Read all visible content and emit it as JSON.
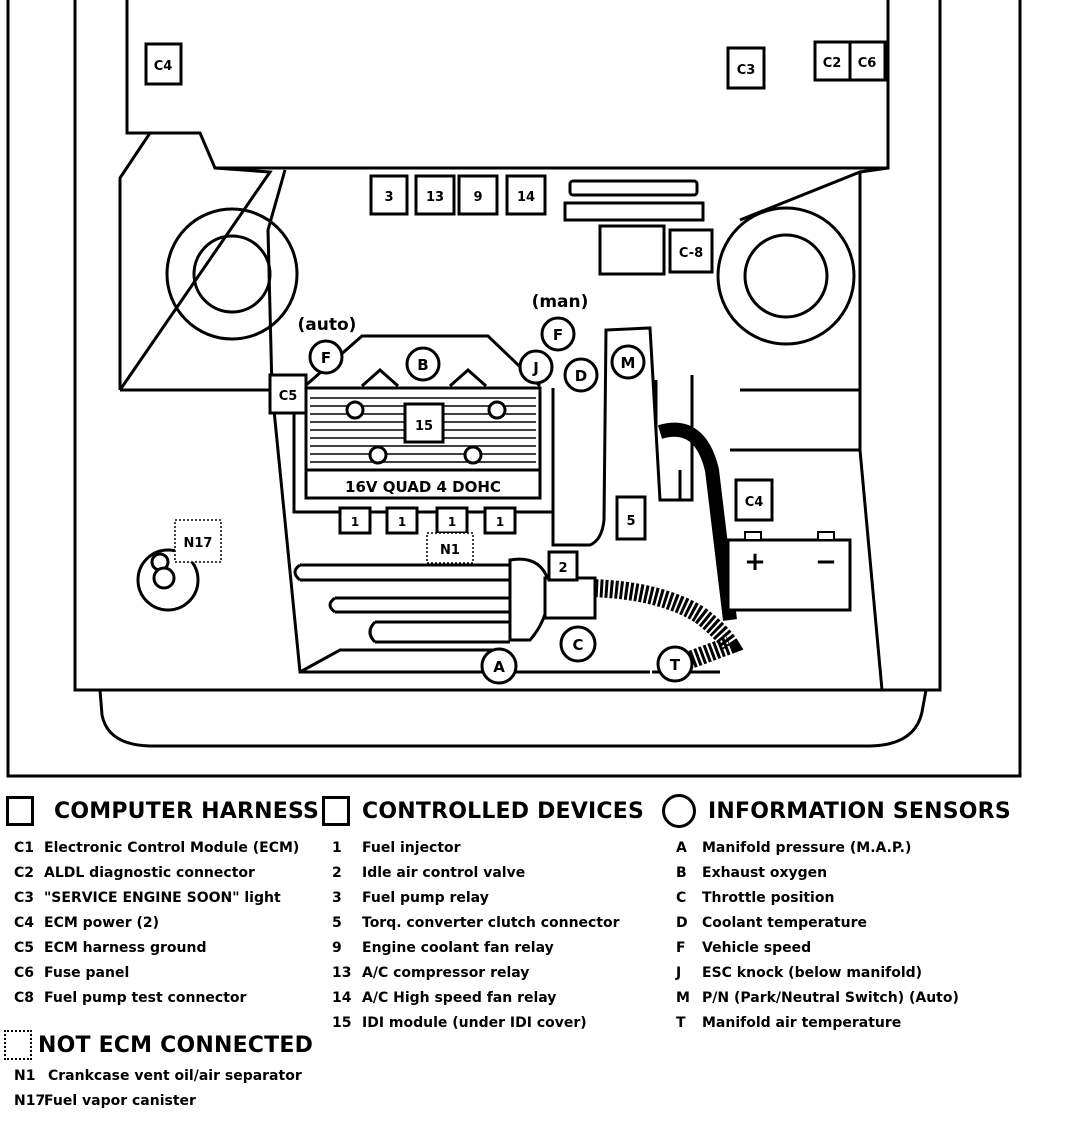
{
  "diagram": {
    "top_connectors": [
      "C4",
      "C3",
      "C2",
      "C6"
    ],
    "relays": [
      "3",
      "13",
      "9",
      "14"
    ],
    "c8_label": "C-8",
    "label_auto": "(auto)",
    "label_man": "(man)",
    "sensor_f_auto": "F",
    "sensor_f_man": "F",
    "sensor_b": "B",
    "sensor_j": "J",
    "sensor_d": "D",
    "sensor_m": "M",
    "sensor_a": "A",
    "sensor_c": "C",
    "sensor_t": "T",
    "c5_label": "C5",
    "idi_module": "15",
    "engine_name": "16V QUAD 4 DOHC",
    "injectors": [
      "1",
      "1",
      "1",
      "1"
    ],
    "c4_label": "C4",
    "tcc_label": "5",
    "iac_label": "2",
    "n17_label": "N17",
    "n1_label": "N1",
    "battery_plus": "+",
    "battery_minus": "−"
  },
  "legend": {
    "computer_harness": {
      "title": "COMPUTER HARNESS",
      "items": [
        {
          "code": "C1",
          "text": "Electronic Control Module (ECM)"
        },
        {
          "code": "C2",
          "text": "ALDL diagnostic connector"
        },
        {
          "code": "C3",
          "text": "\"SERVICE ENGINE SOON\" light"
        },
        {
          "code": "C4",
          "text": "ECM power  (2)"
        },
        {
          "code": "C5",
          "text": "ECM harness ground"
        },
        {
          "code": "C6",
          "text": "Fuse panel"
        },
        {
          "code": "C8",
          "text": "Fuel pump test connector"
        }
      ]
    },
    "controlled_devices": {
      "title": "CONTROLLED DEVICES",
      "items": [
        {
          "code": "1",
          "text": "Fuel injector"
        },
        {
          "code": "2",
          "text": "Idle air control valve"
        },
        {
          "code": "3",
          "text": "Fuel pump relay"
        },
        {
          "code": "5",
          "text": "Torq. converter clutch connector"
        },
        {
          "code": "9",
          "text": "Engine coolant fan relay"
        },
        {
          "code": "13",
          "text": "A/C compressor relay"
        },
        {
          "code": "14",
          "text": "A/C High speed fan relay"
        },
        {
          "code": "15",
          "text": "IDI module (under IDI cover)"
        }
      ]
    },
    "information_sensors": {
      "title": "INFORMATION SENSORS",
      "items": [
        {
          "code": "A",
          "text": "Manifold pressure (M.A.P.)"
        },
        {
          "code": "B",
          "text": "Exhaust oxygen"
        },
        {
          "code": "C",
          "text": "Throttle position"
        },
        {
          "code": "D",
          "text": "Coolant temperature"
        },
        {
          "code": "F",
          "text": "Vehicle speed"
        },
        {
          "code": "J",
          "text": "ESC knock   (below manifold)"
        },
        {
          "code": "M",
          "text": "P/N (Park/Neutral Switch) (Auto)"
        },
        {
          "code": "T",
          "text": "Manifold air temperature"
        }
      ]
    },
    "not_ecm_connected": {
      "title": "NOT ECM CONNECTED",
      "items": [
        {
          "code": "N1",
          "text": "Crankcase vent oil/air separator"
        },
        {
          "code": "N17",
          "text": "Fuel vapor canister"
        }
      ]
    }
  }
}
